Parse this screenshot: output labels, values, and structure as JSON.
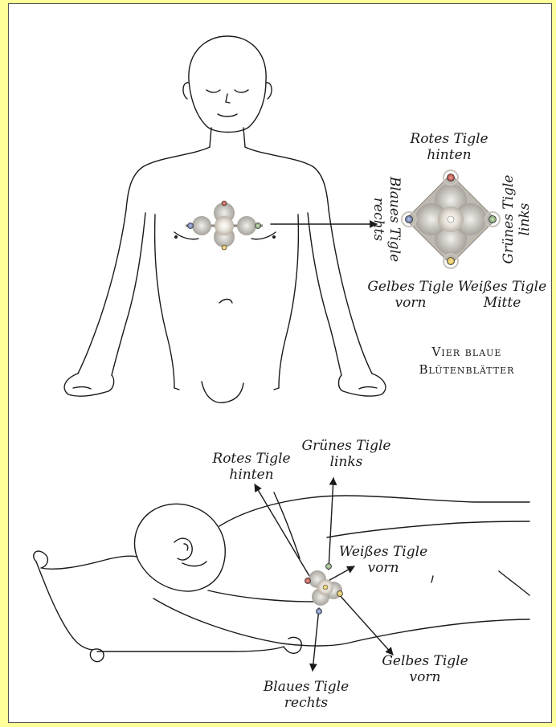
{
  "diagram": {
    "top": {
      "rotes": [
        "Rotes Tigle",
        "hinten"
      ],
      "gruenes": [
        "Grünes Tigle",
        "links"
      ],
      "blaues": [
        "Blaues Tigle",
        "rechts"
      ],
      "gelbes": [
        "Gelbes Tigle",
        "vorn"
      ],
      "weisses": [
        "Weißes Tigle",
        "Mitte"
      ],
      "caption": [
        "Vier blaue",
        "Blütenblätter"
      ]
    },
    "bottom": {
      "rotes": [
        "Rotes Tigle",
        "hinten"
      ],
      "gruenes": [
        "Grünes Tigle",
        "links"
      ],
      "weisses": [
        "Weißes Tigle",
        "vorn"
      ],
      "gelbes": [
        "Gelbes Tigle",
        "vorn"
      ],
      "blaues": [
        "Blaues Tigle",
        "rechts"
      ]
    }
  },
  "colors": {
    "page_background": "#ffff99",
    "line": "#1a1a1a",
    "tigle_red": "#b0443a",
    "tigle_green": "#7aa06a",
    "tigle_yellow": "#d9b84a",
    "tigle_white": "#f4f2ea",
    "tigle_blue": "#5d6fa8"
  }
}
